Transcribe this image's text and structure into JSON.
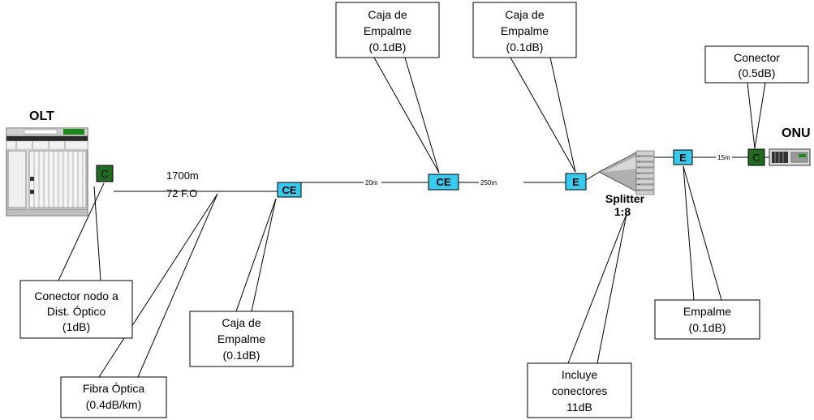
{
  "devices": {
    "olt_label": "OLT",
    "onu_label": "ONU"
  },
  "links": {
    "trunk_length": "1700m",
    "trunk_fibers": "72 F.O",
    "seg1_length": "20m",
    "seg2_length": "250m",
    "drop_length": "15m"
  },
  "nodes": {
    "ce1": "CE",
    "ce2": "CE",
    "e1": "E",
    "e2": "E",
    "c_olt": "C",
    "c_onu": "C"
  },
  "splitter": {
    "name": "Splitter",
    "ratio": "1:8"
  },
  "callouts": {
    "conector_nodo": {
      "line1": "Conector nodo a",
      "line2": "Dist. Óptico",
      "line3": "(1dB)"
    },
    "fibra": {
      "line1": "Fibra Óptica",
      "line2": "(0.4dB/km)"
    },
    "caja_bottom": {
      "line1": "Caja de",
      "line2": "Empalme",
      "line3": "(0.1dB)"
    },
    "caja_top1": {
      "line1": "Caja de",
      "line2": "Empalme",
      "line3": "(0.1dB)"
    },
    "caja_top2": {
      "line1": "Caja de",
      "line2": "Empalme",
      "line3": "(0.1dB)"
    },
    "splitter_note": {
      "line1": "Incluye",
      "line2": "conectores",
      "line3": "11dB"
    },
    "empalme": {
      "line1": "Empalme",
      "line2": "(0.1dB)"
    },
    "conector_onu": {
      "line1": "Conector",
      "line2": "(0.5dB)"
    }
  },
  "colors": {
    "splice_box": "#33ccee",
    "connector": "#1f6b1f",
    "olt_body": "#e4e4e4",
    "olt_display": "#1a8a1a",
    "splitter_fill": "#b0b0b0"
  }
}
